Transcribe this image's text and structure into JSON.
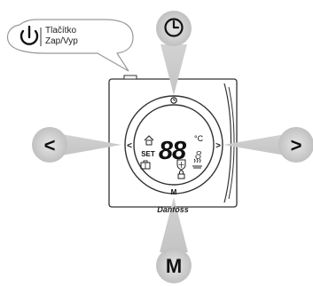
{
  "power_label": {
    "line1": "Tlačítko",
    "line2": "Zap/Vyp"
  },
  "buttons": {
    "left": "<",
    "right": ">",
    "mode": "M"
  },
  "display": {
    "digits": "88",
    "unit": "°C",
    "set_text": "SET",
    "side_left": "<",
    "side_right": ">",
    "bottom_label": "M",
    "brand": "Danfoss"
  },
  "icons": {
    "top_button": "clock-icon",
    "bubble": "power-icon"
  }
}
